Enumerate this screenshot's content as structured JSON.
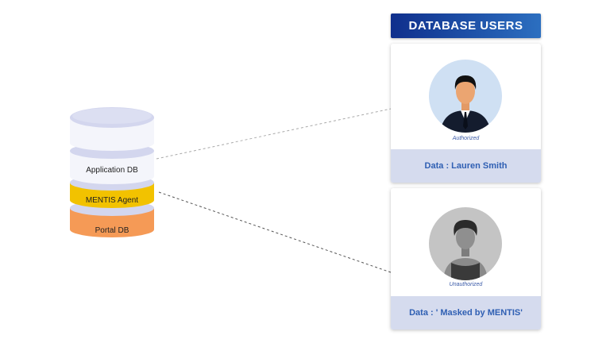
{
  "database": {
    "layers": [
      "Application DB",
      "MENTIS Agent",
      "Portal DB"
    ],
    "colors": {
      "app": "#f4f5fb",
      "agent": "#f2c200",
      "portal": "#f59a56",
      "ring": "#d3d6ee"
    }
  },
  "panel": {
    "title": "DATABASE USERS",
    "users": [
      {
        "status": "Authorized",
        "data": "Data : Lauren Smith"
      },
      {
        "status": "Unauthorized",
        "data": "Data : ' Masked by MENTIS'"
      }
    ]
  }
}
